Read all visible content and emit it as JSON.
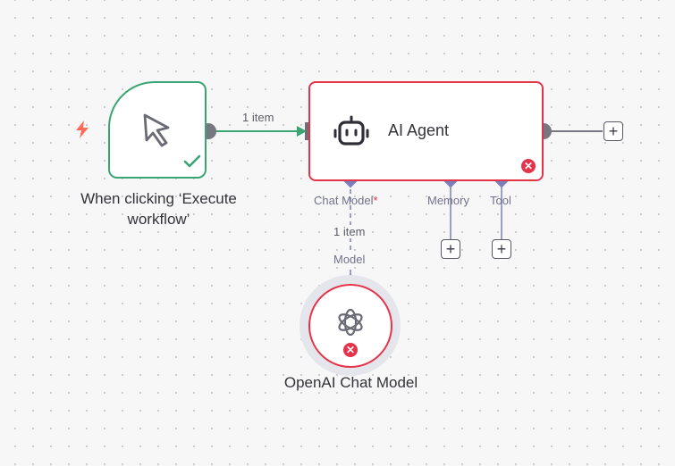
{
  "nodes": {
    "trigger": {
      "label_line1": "When clicking ‘Execute",
      "label_line2": "workflow’"
    },
    "agent": {
      "title": "AI Agent",
      "ports": {
        "chat_model": "Chat Model",
        "required_marker": "*",
        "memory": "Memory",
        "tool": "Tool"
      }
    },
    "openai": {
      "label": "OpenAI Chat Model",
      "port_label": "Model"
    }
  },
  "connections": {
    "trigger_to_agent": "1 item",
    "model_to_agent": "1 item"
  },
  "buttons": {
    "plus": "+"
  },
  "icons": {
    "trigger": "cursor-arrow-icon",
    "agent": "robot-icon",
    "openai": "openai-logo-icon",
    "success": "check-icon",
    "error": "error-x-icon",
    "bolt": "lightning-bolt-icon"
  },
  "colors": {
    "success": "#3aa574",
    "error": "#e5334a",
    "port": "#7d7fb8",
    "bolt": "#ff6d5a",
    "background": "#f7f7f8"
  }
}
